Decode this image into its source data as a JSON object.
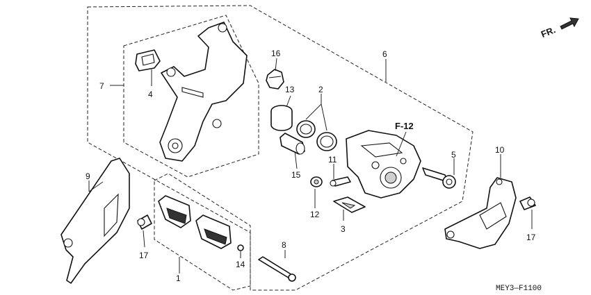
{
  "fr_marker": "FR.",
  "callouts": {
    "c1": "1",
    "c2": "2",
    "c3": "3",
    "c4": "4",
    "c5": "5",
    "c6": "6",
    "c7": "7",
    "c8": "8",
    "c9": "9",
    "c10": "10",
    "c11": "11",
    "c12": "12",
    "c13": "13",
    "c14": "14",
    "c15": "15",
    "c16": "16",
    "c17a": "17",
    "c17b": "17"
  },
  "reference_label": "F-12",
  "diagram_code": "MEY3—F1100"
}
